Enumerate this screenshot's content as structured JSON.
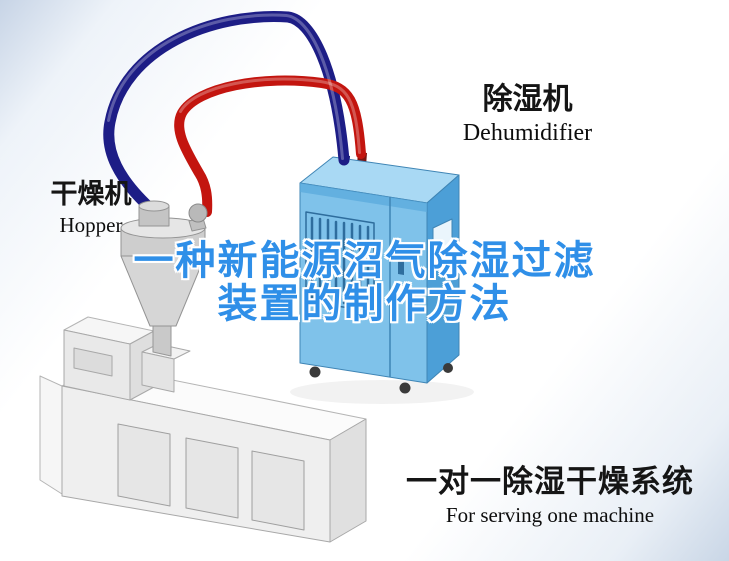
{
  "scene": {
    "watermark": {
      "line1": "一种新能源沼气除湿过滤",
      "line2": "装置的制作方法",
      "color": "#2f8fe8"
    },
    "labels": {
      "dehumidifier": {
        "cn": "除湿机",
        "en": "Dehumidifier"
      },
      "hopper": {
        "cn": "干燥机",
        "en": "Hopper"
      },
      "system": {
        "cn": "一对一除湿干燥系统",
        "en": "For serving one machine"
      }
    },
    "colors": {
      "pipe_red": "#c3150f",
      "pipe_blue": "#1d1d86",
      "machine_blue_front": "#7fc2ea",
      "machine_blue_side": "#4c9fd7",
      "machine_blue_top": "#a9d9f4",
      "watermark_blue": "#2f8fe8"
    }
  }
}
